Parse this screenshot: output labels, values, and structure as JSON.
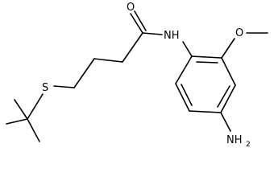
{
  "atoms": {
    "oxygen_carbonyl": "O",
    "amide_nh": "NH",
    "methoxy_oxygen": "O",
    "sulfur": "S",
    "amine_n": "NH",
    "amine_subscript": "2"
  },
  "colors": {
    "ink": "#000000",
    "background": "#ffffff"
  }
}
